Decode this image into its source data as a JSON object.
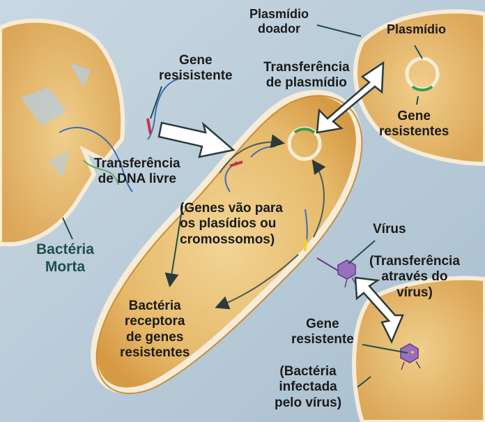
{
  "labels": {
    "plasmidio_doador": [
      "Plasmídio",
      "doador"
    ],
    "plasmidio": "Plasmídio",
    "gene_resisistente": [
      "Gene",
      "resisistente"
    ],
    "transferencia_plasmidio": [
      "Transferência",
      "de plasmídio"
    ],
    "gene_resistentes": [
      "Gene",
      "resistentes"
    ],
    "transferencia_dna": [
      "Transferência",
      "de DNA livre"
    ],
    "genes_vao": [
      "(Genes vão para",
      "os plasídios ou",
      "cromossomos)"
    ],
    "bacteria_morta": [
      "Bactéria",
      "Morta"
    ],
    "virus": "Vírus",
    "transferencia_virus": [
      "(Transferência",
      "através do",
      "vírus)"
    ],
    "bacteria_receptora": [
      "Bactéria",
      "receptora",
      "de genes",
      "resistentes"
    ],
    "gene_resistente": [
      "Gene",
      "resistente"
    ],
    "bacteria_infectada": [
      "(Bactéria",
      "infectada",
      "pelo vírus)"
    ]
  },
  "colors": {
    "background_blue": "#b9ccd9",
    "cell_tan": "#e2b261",
    "cell_light": "#f1d49a",
    "cell_wall": "#f6ecd8",
    "dna_red": "#c8324f",
    "dna_green": "#3f9a4a",
    "dna_blue": "#3b6fb3",
    "gene_yellow": "#f2d02b",
    "virus_purple": "#9a6fbf",
    "arrow_dark": "#2b3a3a"
  }
}
